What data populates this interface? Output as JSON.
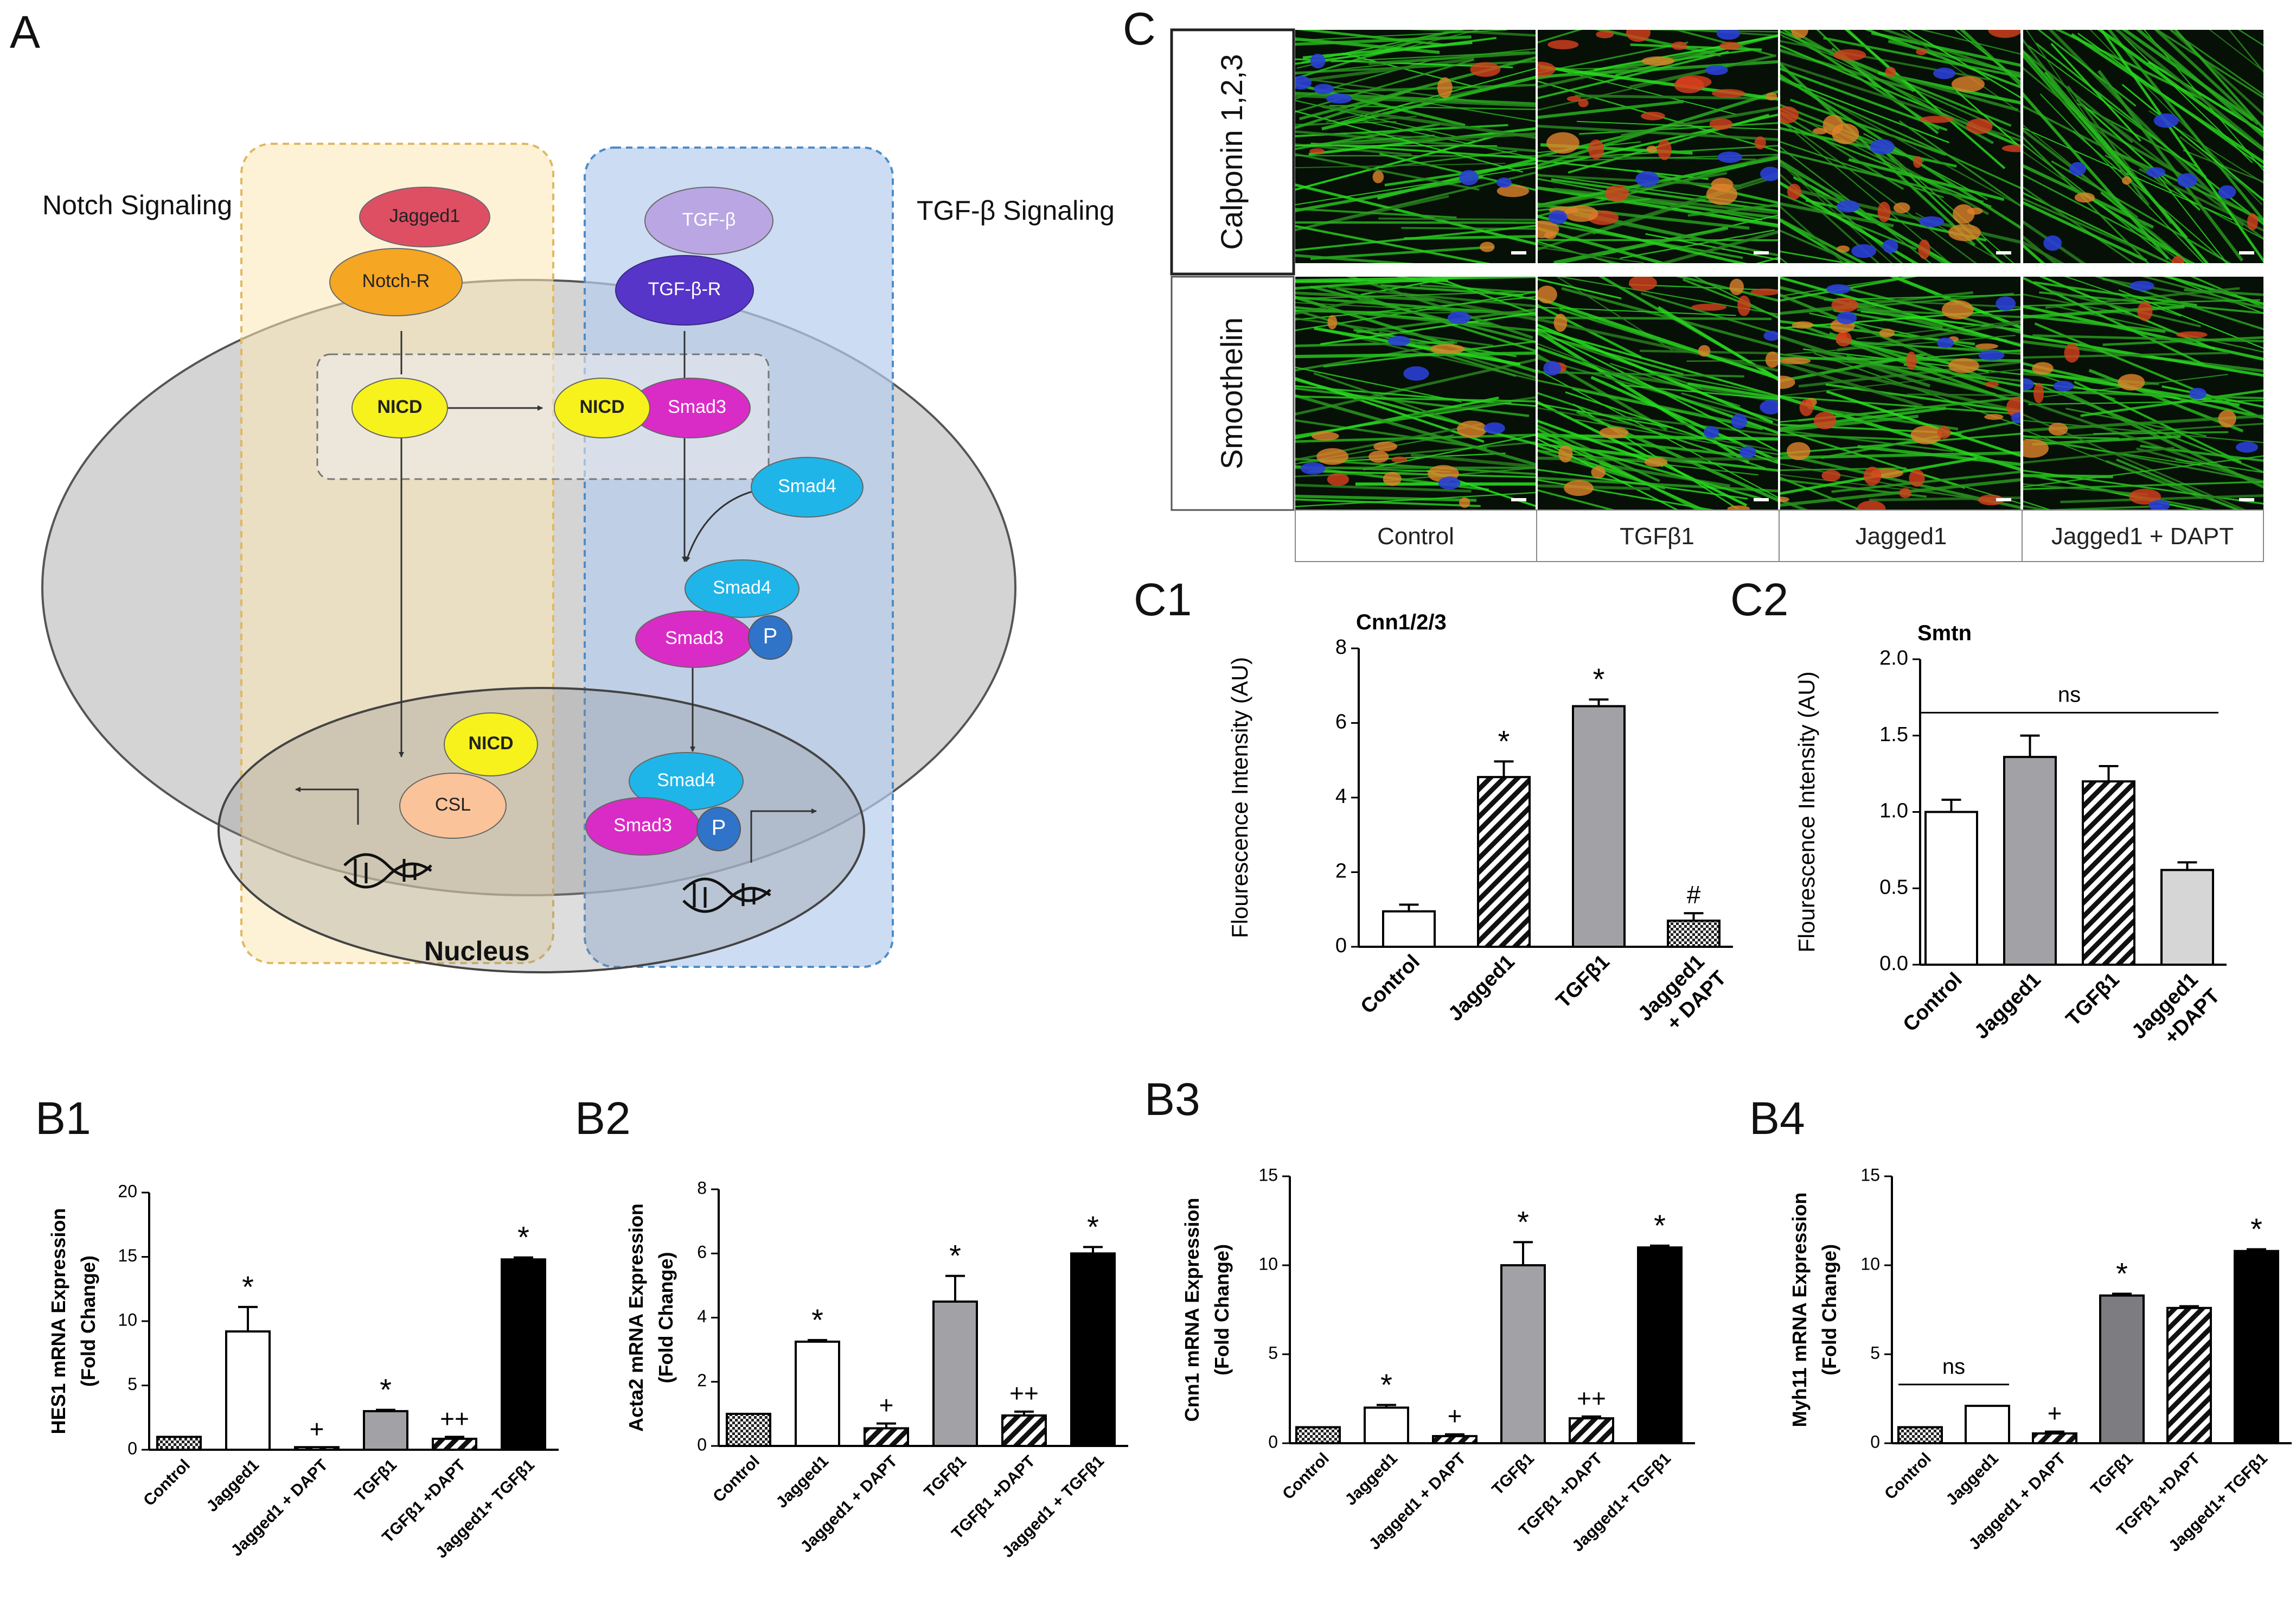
{
  "panel_labels": {
    "A": "A",
    "B1": "B1",
    "B2": "B2",
    "B3": "B3",
    "B4": "B4",
    "C": "C",
    "C1": "C1",
    "C2": "C2"
  },
  "diagram": {
    "notch_title": "Notch Signaling",
    "tgf_title": "TGF-β Signaling",
    "nucleus": "Nucleus",
    "nodes": {
      "jagged1": "Jagged1",
      "notch_r": "Notch-R",
      "tgfb": "TGF-β",
      "tgfb_r": "TGF-β-R",
      "nicd1": "NICD",
      "nicd2": "NICD",
      "smad3a": "Smad3",
      "smad4a": "Smad4",
      "smad4b": "Smad4",
      "smad3b": "Smad3",
      "p1": "P",
      "nicd3": "NICD",
      "csl": "CSL",
      "smad4c": "Smad4",
      "smad3c": "Smad3",
      "p2": "P"
    },
    "colors": {
      "notch_bg": "#fbe7b4",
      "tgf_bg": "#bcd0ec",
      "cell": "#d0d0d0",
      "jagged": "#de4f63",
      "notch_r": "#f5a623",
      "tgfb": "#b9a6e3",
      "tgfb_r": "#5735c9",
      "nicd": "#f7f21c",
      "smad3": "#d92cc6",
      "smad4": "#20b5e8",
      "p": "#2f74c9",
      "csl": "#fbc399"
    }
  },
  "micro": {
    "rows": [
      "Calponin 1,2,3",
      "Smoothelin"
    ],
    "cols": [
      "Control",
      "TGFβ1",
      "Jagged1",
      "Jagged1 + DAPT"
    ]
  },
  "chart_data": [
    {
      "id": "C1",
      "type": "bar",
      "title": "Cnn1/2/3",
      "ylabel": "Flourescence Intensity (AU)",
      "ylim": [
        0,
        8
      ],
      "yticks": [
        "0",
        "2",
        "4",
        "6",
        "8"
      ],
      "categories": [
        "Control",
        "Jagged1",
        "TGFβ1",
        "Jagged1 + DAPT"
      ],
      "values": [
        0.95,
        4.55,
        6.45,
        0.7
      ],
      "errors": [
        0.18,
        0.42,
        0.18,
        0.2
      ],
      "annotations": [
        "",
        "*",
        "*",
        "#"
      ],
      "fills": [
        "white",
        "hatch",
        "#a2a2a6",
        "check"
      ]
    },
    {
      "id": "C2",
      "type": "bar",
      "title": "Smtn",
      "ylabel": "Flourescence Intensity (AU)",
      "ylim": [
        0,
        2
      ],
      "yticks": [
        "0.0",
        "0.5",
        "1.0",
        "1.5",
        "2.0"
      ],
      "categories": [
        "Control",
        "Jagged1",
        "TGFβ1",
        "Jagged1 +DAPT"
      ],
      "values": [
        1.0,
        1.36,
        1.2,
        0.62
      ],
      "errors": [
        0.08,
        0.14,
        0.1,
        0.05
      ],
      "annotations": [
        "",
        "",
        "",
        ""
      ],
      "fills": [
        "white",
        "#a2a2a6",
        "hatch",
        "#d6d6d6"
      ],
      "ns_label": "ns"
    },
    {
      "id": "B1",
      "type": "bar",
      "ylabel": "HES1 mRNA Expression\n(Fold Change)",
      "ylim": [
        0,
        20
      ],
      "yticks": [
        "0",
        "5",
        "10",
        "15",
        "20"
      ],
      "categories": [
        "Control",
        "Jagged1",
        "Jagged1 + DAPT",
        "TGFβ1",
        "TGFβ1 +DAPT",
        "Jagged1+ TGFβ1"
      ],
      "values": [
        1.0,
        9.2,
        0.2,
        3.0,
        0.85,
        14.8
      ],
      "errors": [
        0,
        1.9,
        0,
        0.1,
        0.15,
        0.15
      ],
      "annotations": [
        "",
        "*",
        "+",
        "*",
        "++",
        "*"
      ],
      "fills": [
        "check",
        "white",
        "hatch",
        "#a2a2a6",
        "hatch",
        "black"
      ]
    },
    {
      "id": "B2",
      "type": "bar",
      "ylabel": "Acta2 mRNA Expression\n(Fold Change)",
      "ylim": [
        0,
        8
      ],
      "yticks": [
        "0",
        "2",
        "4",
        "6",
        "8"
      ],
      "categories": [
        "Control",
        "Jagged1",
        "Jagged1 + DAPT",
        "TGFβ1",
        "TGFβ1 +DAPT",
        "Jagged1 + TGFβ1"
      ],
      "values": [
        1.0,
        3.25,
        0.55,
        4.5,
        0.95,
        6.0
      ],
      "errors": [
        0,
        0.05,
        0.15,
        0.8,
        0.12,
        0.2
      ],
      "annotations": [
        "",
        "*",
        "+",
        "*",
        "++",
        "*"
      ],
      "fills": [
        "check",
        "white",
        "hatch",
        "#a2a2a6",
        "hatch",
        "black"
      ]
    },
    {
      "id": "B3",
      "type": "bar",
      "ylabel": "Cnn1 mRNA Expression\n(Fold Change)",
      "ylim": [
        0,
        15
      ],
      "yticks": [
        "0",
        "5",
        "10",
        "15"
      ],
      "categories": [
        "Control",
        "Jagged1",
        "Jagged1 + DAPT",
        "TGFβ1",
        "TGFβ1 +DAPT",
        "Jagged1+ TGFβ1"
      ],
      "values": [
        0.9,
        2.0,
        0.4,
        10.0,
        1.4,
        11.0
      ],
      "errors": [
        0,
        0.15,
        0.1,
        1.3,
        0.1,
        0.1
      ],
      "annotations": [
        "",
        "*",
        "+",
        "*",
        "++",
        "*"
      ],
      "fills": [
        "check",
        "white",
        "hatch",
        "#a2a2a6",
        "hatch",
        "black"
      ]
    },
    {
      "id": "B4",
      "type": "bar",
      "ylabel": "Myh11 mRNA Expression\n(Fold Change)",
      "ylim": [
        0,
        15
      ],
      "yticks": [
        "0",
        "5",
        "10",
        "15"
      ],
      "categories": [
        "Control",
        "Jagged1",
        "Jagged1 + DAPT",
        "TGFβ1",
        "TGFβ1 +DAPT",
        "Jagged1+ TGFβ1"
      ],
      "values": [
        0.9,
        2.1,
        0.55,
        8.3,
        7.6,
        10.8
      ],
      "errors": [
        0,
        0,
        0.1,
        0.1,
        0.1,
        0.1
      ],
      "annotations": [
        "",
        "",
        "+",
        "*",
        "",
        "*"
      ],
      "fills": [
        "check",
        "white",
        "hatch",
        "#7d7d81",
        "hatch",
        "black"
      ],
      "ns_label": "ns"
    }
  ]
}
